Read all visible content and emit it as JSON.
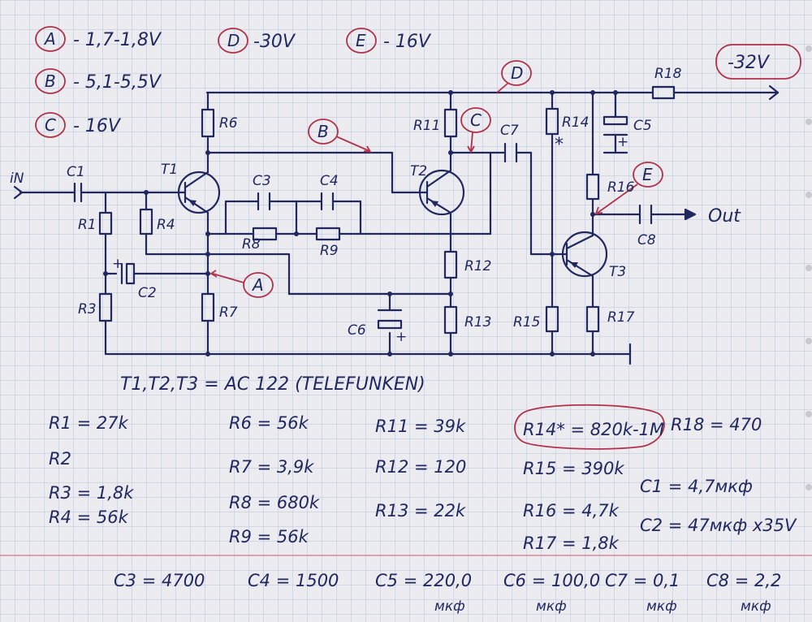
{
  "legend": [
    {
      "tag": "A",
      "value": "- 1,7-1,8V"
    },
    {
      "tag": "B",
      "value": "- 5,1-5,5V"
    },
    {
      "tag": "C",
      "value": "- 16V"
    },
    {
      "tag": "D",
      "value": "-30V"
    },
    {
      "tag": "E",
      "value": "- 16V"
    }
  ],
  "supply": "-32V",
  "labels": {
    "in": "iN",
    "out": "Out",
    "T1": "T1",
    "T2": "T2",
    "T3": "T3",
    "C1": "C1",
    "C2": "C2",
    "C3": "C3",
    "C4": "C4",
    "C5": "C5",
    "C6": "C6",
    "C7": "C7",
    "C8": "C8",
    "R1": "R1",
    "R3": "R3",
    "R4": "R4",
    "R6": "R6",
    "R7": "R7",
    "R8": "R8",
    "R9": "R9",
    "R11": "R11",
    "R12": "R12",
    "R13": "R13",
    "R14": "R14",
    "R15": "R15",
    "R16": "R16",
    "R17": "R17",
    "R18": "R18",
    "star": "*"
  },
  "transistors": "T1,T2,T3 = AC 122 (TELEFUNKEN)",
  "values": {
    "R1": "R1 = 27k",
    "R2": "R2",
    "R3": "R3 = 1,8k",
    "R4": "R4 = 56k",
    "R6": "R6 = 56k",
    "R7": "R7 = 3,9k",
    "R8": "R8 = 680k",
    "R9": "R9 = 56k",
    "R11": "R11 = 39k",
    "R12": "R12 = 120",
    "R13": "R13 = 22k",
    "R14": "R14* = 820k-1M",
    "R15": "R15 = 390k",
    "R16": "R16 = 4,7k",
    "R17": "R17 = 1,8k",
    "R18": "R18 = 470",
    "C1": "C1 = 4,7мкф",
    "C2": "C2 = 47мкф x35V",
    "C3": "C3 = 4700",
    "C4": "C4 = 1500",
    "C5": "C5 = 220,0",
    "C6": "C6 = 100,0",
    "C7": "C7 = 0,1",
    "C8": "C8 = 2,2",
    "unit": "мкф"
  },
  "colors": {
    "ink": "#20285e",
    "red_marker": "#b0324a",
    "grid": "#b8c3d8",
    "margin_line": "#d98a9a"
  }
}
